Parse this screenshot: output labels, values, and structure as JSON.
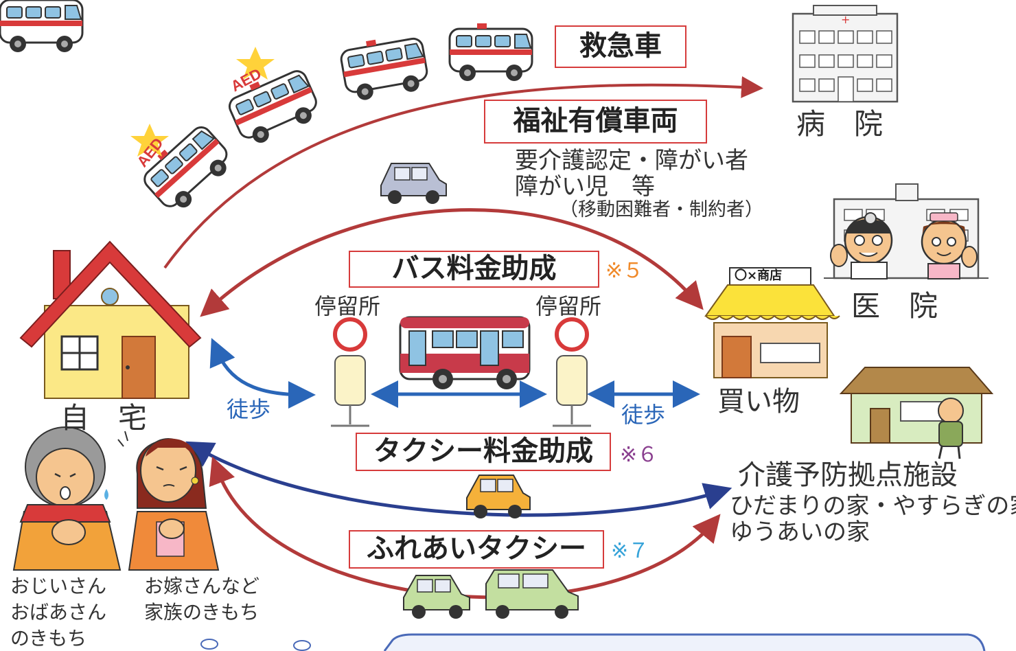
{
  "labels": {
    "ambulance": "救急車",
    "welfare_vehicle": "福祉有償車両",
    "welfare_target_line1": "要介護認定・障がい者",
    "welfare_target_line2": "障がい児　等",
    "welfare_target_line3": "（移動困難者・制約者）",
    "bus_subsidy": "バス料金助成",
    "bus_note": "※５",
    "bus_stop_left": "停留所",
    "bus_stop_right": "停留所",
    "walk_left": "徒歩",
    "walk_right": "徒歩",
    "taxi_subsidy": "タクシー料金助成",
    "taxi_note": "※６",
    "fureai_taxi": "ふれあいタクシー",
    "fureai_note": "※７",
    "aed1": "AED",
    "aed2": "AED"
  },
  "places": {
    "hospital": "病　院",
    "clinic": "医　院",
    "home": "自　宅",
    "shopping": "買い物",
    "shop_sign": "〇×商店",
    "care_facility": "介護予防拠点施設",
    "care_facility_names_line1": "ひだまりの家・やすらぎの家",
    "care_facility_names_line2": "ゆうあいの家"
  },
  "people": {
    "elderly_line1": "おじいさん",
    "elderly_line2": "おばあさん",
    "elderly_line3": "のきもち",
    "family_line1": "お嫁さんなど",
    "family_line2": "家族のきもち"
  },
  "colors": {
    "red_arrow": "#b23a3a",
    "blue_arrow": "#2a66b8",
    "navy_arrow": "#2a3f8f",
    "label_border": "#d63b3b",
    "note_orange": "#f08a2a",
    "note_purple": "#8a3f8f",
    "note_cyan": "#36a3d9"
  }
}
